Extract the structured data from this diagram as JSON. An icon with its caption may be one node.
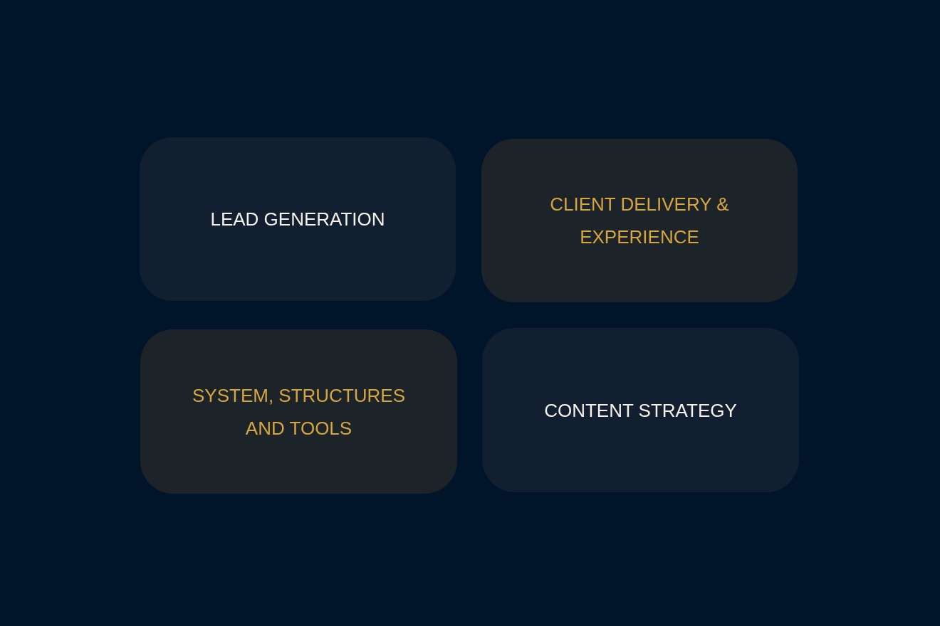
{
  "diagram": {
    "nodes": [
      {
        "text": [
          "LEAD GENERATION"
        ]
      },
      {
        "text": [
          "CLIENT DELIVERY & EXPERIENCE"
        ]
      },
      {
        "text": [
          "SYSTEM, STRUCTURES AND TOOLS"
        ]
      },
      {
        "text": [
          "CONTENT STRATEGY"
        ]
      }
    ]
  }
}
